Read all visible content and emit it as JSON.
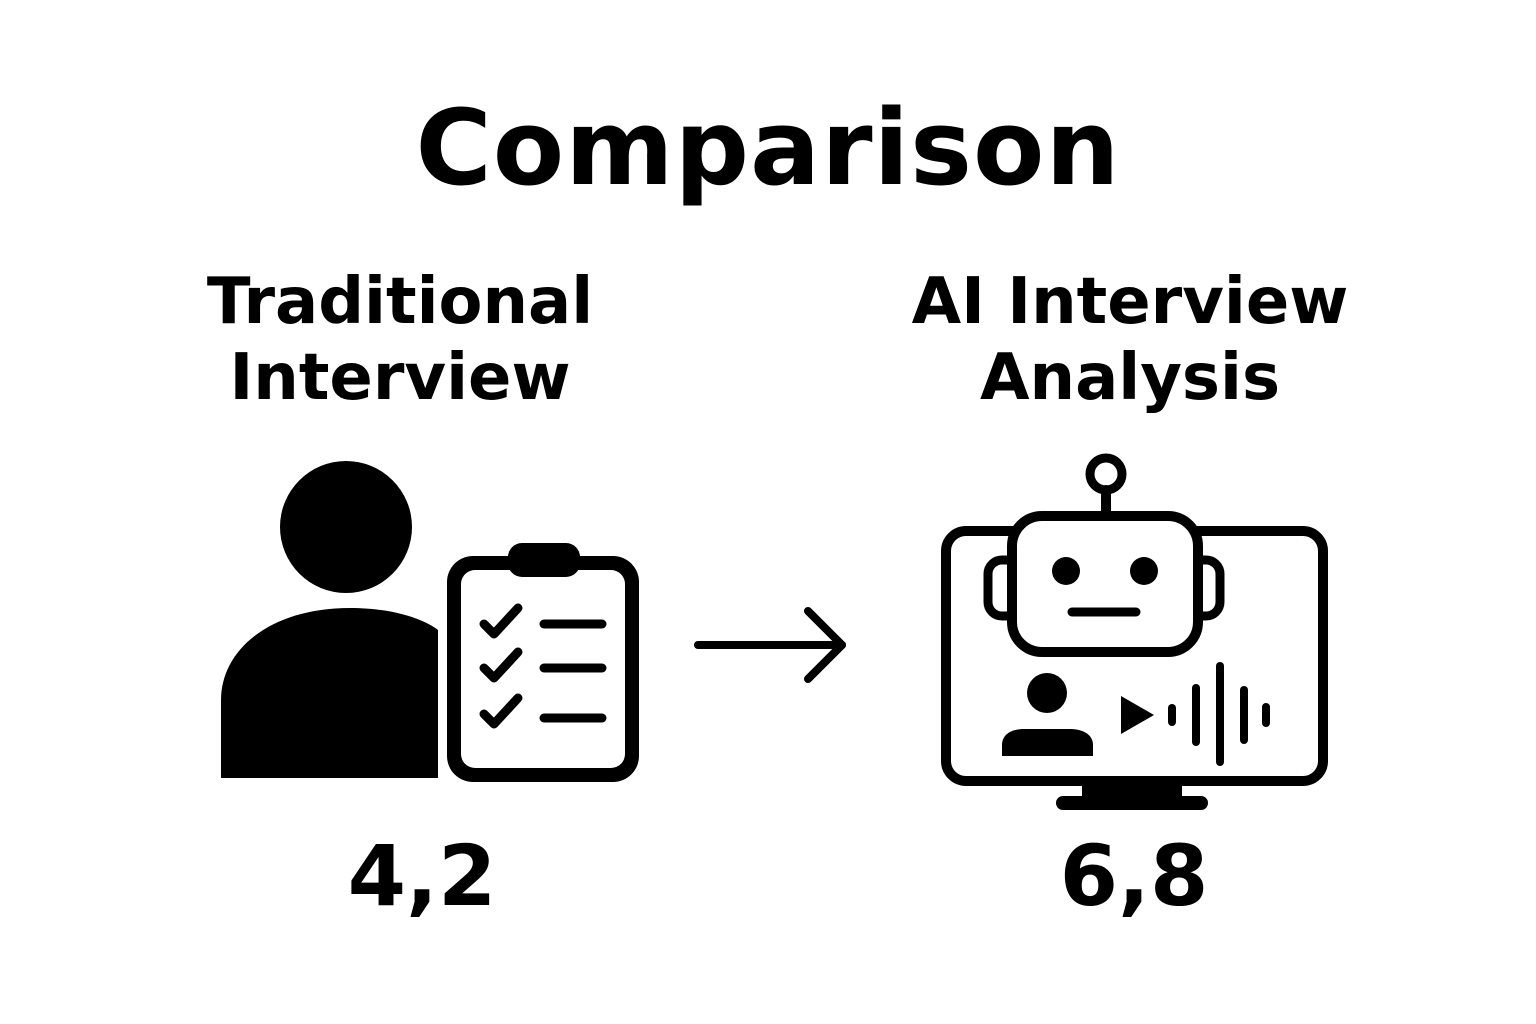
{
  "title": "Comparison",
  "left": {
    "heading_line1": "Traditional",
    "heading_line2": "Interview",
    "score": "4,2",
    "icons": [
      "person-icon",
      "clipboard-checklist-icon"
    ]
  },
  "right": {
    "heading_line1": "AI Interview",
    "heading_line2": "Analysis",
    "score": "6,8",
    "icons": [
      "robot-monitor-icon",
      "person-icon",
      "play-icon",
      "sound-wave-icon"
    ]
  },
  "connector": "arrow-right-icon",
  "colors": {
    "foreground": "#000000",
    "background": "#ffffff"
  }
}
